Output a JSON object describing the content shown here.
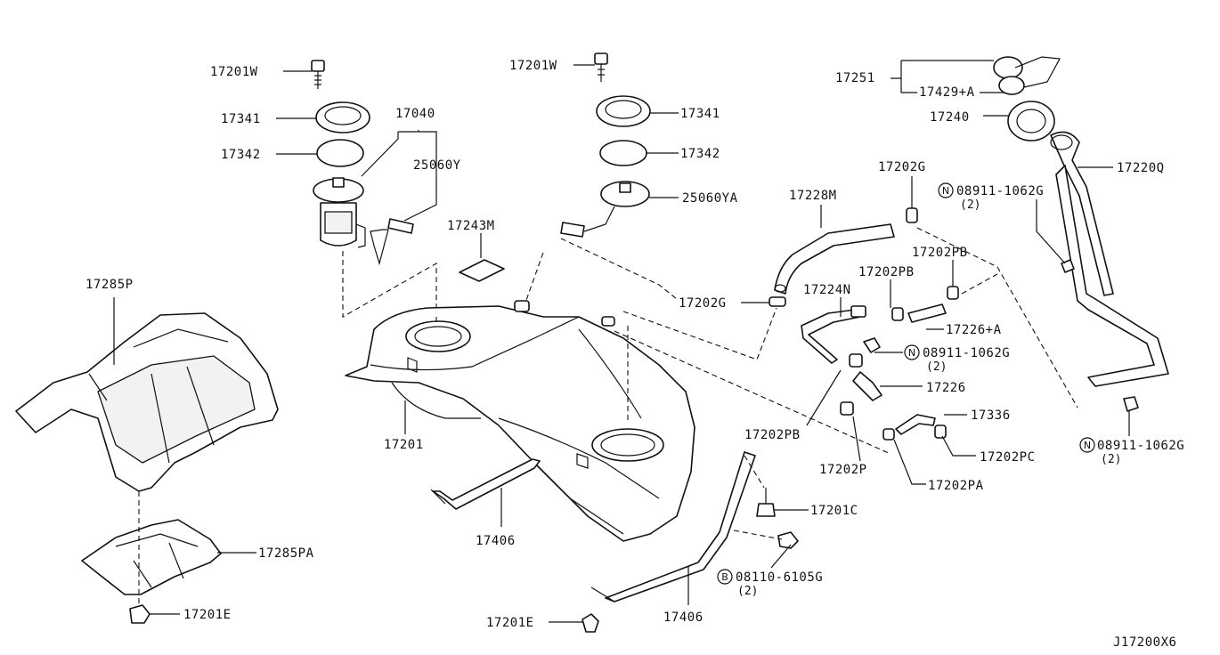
{
  "diagram": {
    "code": "J17200X6",
    "labels": {
      "p17201W_a": "17201W",
      "p17201W_b": "17201W",
      "p17341_a": "17341",
      "p17341_b": "17341",
      "p17342_a": "17342",
      "p17342_b": "17342",
      "p17040": "17040",
      "p25060Y": "25060Y",
      "p25060YA": "25060YA",
      "p17243M": "17243M",
      "p17285P": "17285P",
      "p17285PA": "17285PA",
      "p17201E_a": "17201E",
      "p17201E_b": "17201E",
      "p17201": "17201",
      "p17406_a": "17406",
      "p17406_b": "17406",
      "p17201C": "17201C",
      "p17251": "17251",
      "p17429A": "17429+A",
      "p17240": "17240",
      "p17220Q": "17220Q",
      "p17228M": "17228M",
      "p17202G_a": "17202G",
      "p17202G_b": "17202G",
      "p17202PB_a": "17202PB",
      "p17202PB_b": "17202PB",
      "p17202PB_c": "17202PB",
      "p17224N": "17224N",
      "p17226A": "17226+A",
      "p17226": "17226",
      "p17336": "17336",
      "p17202PC": "17202PC",
      "p17202P": "17202P",
      "p17202PA": "17202PA",
      "n08911_a": "08911-1062G",
      "n08911_a_qty": "(2)",
      "n08911_b": "08911-1062G",
      "n08911_b_qty": "(2)",
      "n08911_c": "08911-1062G",
      "n08911_c_qty": "(2)",
      "b08110": "08110-6105G",
      "b08110_qty": "(2)",
      "badge_n": "N",
      "badge_b": "B"
    }
  }
}
